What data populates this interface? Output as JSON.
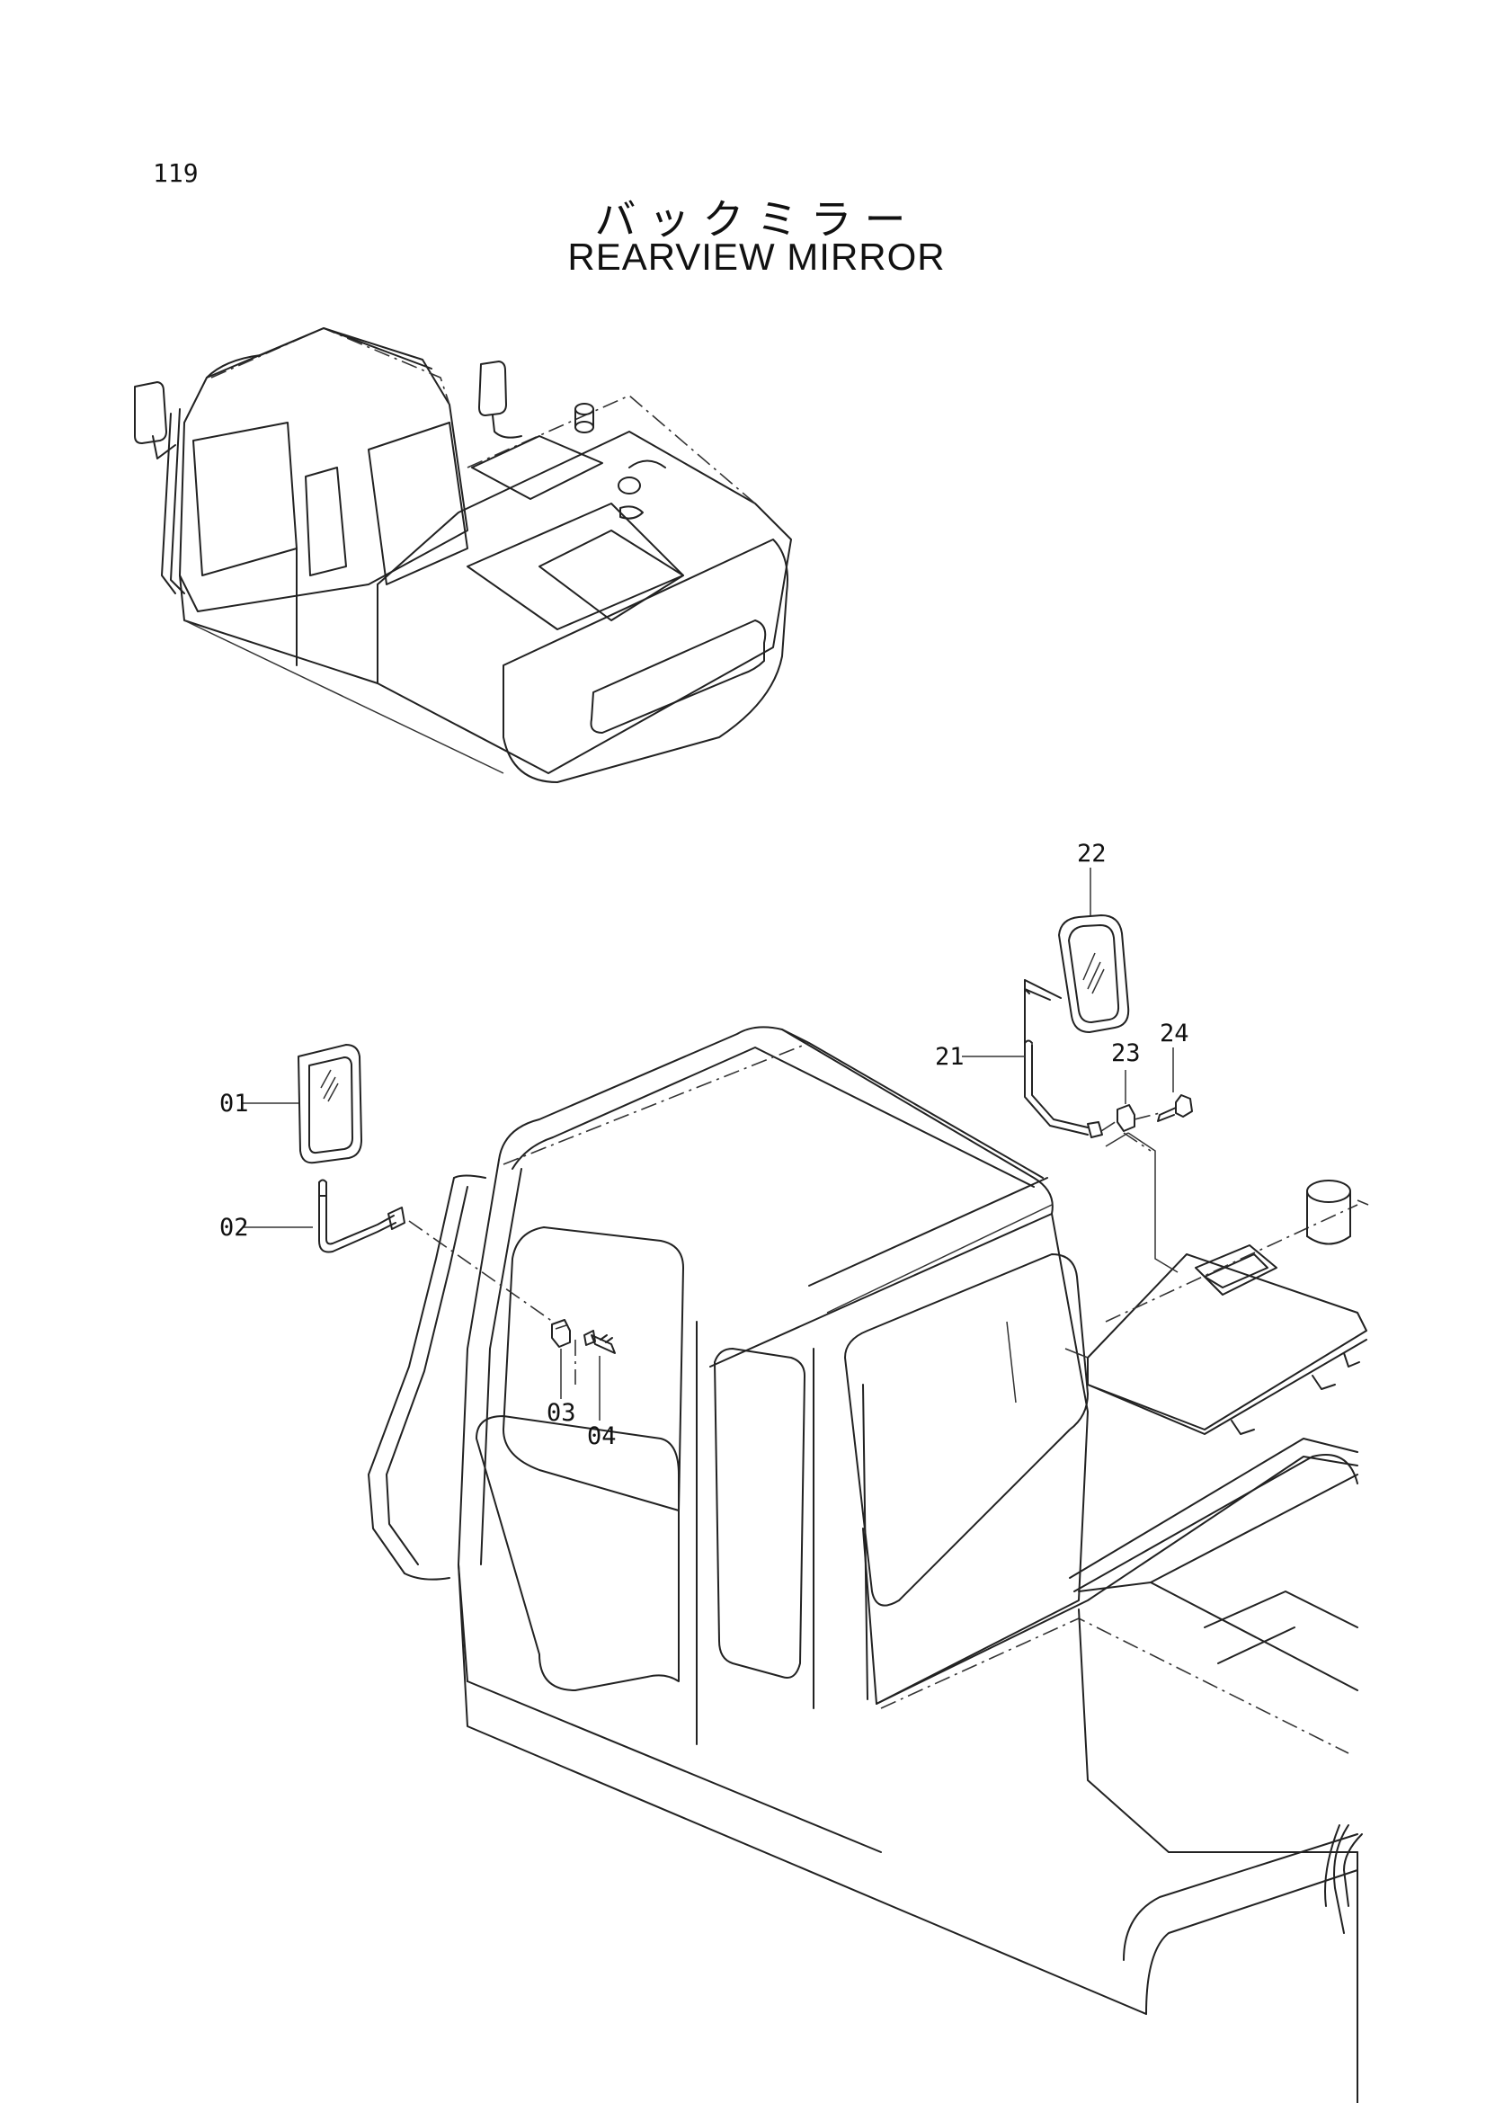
{
  "page": {
    "number": "119",
    "title_jp": "バックミラー",
    "title_en": "REARVIEW MIRROR"
  },
  "callouts": [
    {
      "id": "01",
      "label": "01"
    },
    {
      "id": "02",
      "label": "02"
    },
    {
      "id": "03",
      "label": "03"
    },
    {
      "id": "04",
      "label": "04"
    },
    {
      "id": "21",
      "label": "21"
    },
    {
      "id": "22",
      "label": "22"
    },
    {
      "id": "23",
      "label": "23"
    },
    {
      "id": "24",
      "label": "24"
    }
  ],
  "colors": {
    "line": "#222222",
    "background": "#ffffff"
  }
}
